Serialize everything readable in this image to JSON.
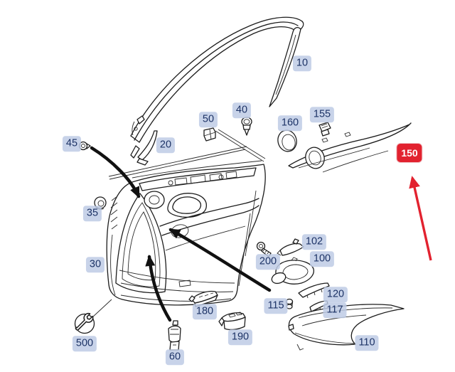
{
  "labels": {
    "l10": "10",
    "l20": "20",
    "l30": "30",
    "l35": "35",
    "l40": "40",
    "l45": "45",
    "l50": "50",
    "l60": "60",
    "l100": "100",
    "l102": "102",
    "l110": "110",
    "l115": "115",
    "l117": "117",
    "l120": "120",
    "l150": "150",
    "l155": "155",
    "l160": "160",
    "l180": "180",
    "l190": "190",
    "l200": "200",
    "l500": "500"
  },
  "highlight": {
    "part": "150"
  },
  "colors": {
    "background": "#ffffff",
    "badge_bg": "#becbe5",
    "badge_text": "#1d3366",
    "highlight_badge_bg": "#e2222f",
    "highlight_badge_text": "#ffffff",
    "line_art": "#1c1c1c",
    "pointer_arrow": "#111111",
    "highlight_arrow": "#e2222f"
  }
}
